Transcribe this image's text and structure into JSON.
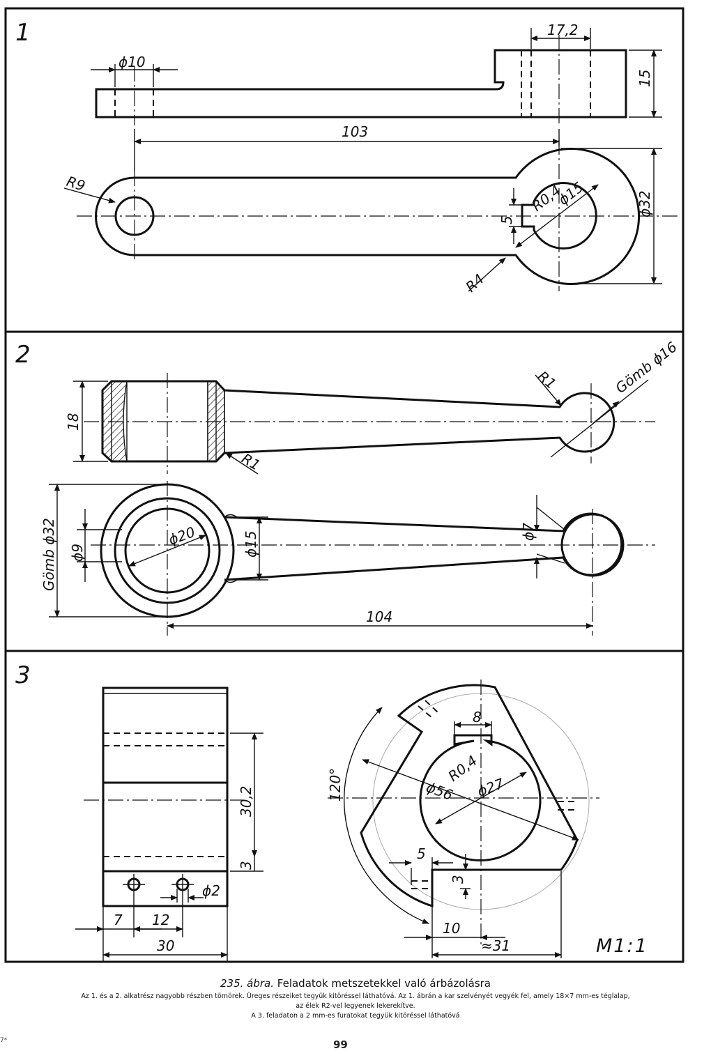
{
  "panels": [
    {
      "number": "1"
    },
    {
      "number": "2"
    },
    {
      "number": "3"
    }
  ],
  "dims": {
    "p1": {
      "d10": "ϕ10",
      "d17": "17,2",
      "d15": "15",
      "d103": "103",
      "r9": "R9",
      "r04": "R0,4",
      "d15c": "ϕ15",
      "d32": "ϕ32",
      "d5": "5",
      "r4": "R4"
    },
    "p2": {
      "gomb16": "Gömb ϕ16",
      "r1a": "R1",
      "d18": "18",
      "r1b": "R1",
      "gomb32": "Gömb ϕ32",
      "d9": "ϕ9",
      "d20": "ϕ20",
      "d15": "ϕ15",
      "d7": "ϕ7",
      "d104": "104"
    },
    "p3": {
      "d302": "30,2",
      "d3a": "3",
      "d2": "ϕ2",
      "d7": "7",
      "d12": "12",
      "d30": "30",
      "d8": "8",
      "r04": "R0,4",
      "d56": "ϕ56",
      "d27": "ϕ27",
      "a120": "120°",
      "d5": "5",
      "d3b": "3",
      "d10": "10",
      "d31": "≈31"
    }
  },
  "scale": "M1:1",
  "caption": {
    "fig_no": "235. ábra.",
    "title": "Feladatok metszetekkel való árbázolásra",
    "line1": "Az 1. és a 2. alkatrész nagyobb részben tömörek. Üreges részeiket tegyük kitöréssel láthatóvá. Az 1. ábrán a kar szelvényét vegyék fel, amely 18×7 mm-es téglalap,",
    "line2": "az élek R2-vel legyenek lekerekítve.",
    "line3": "A 3. feladaton a 2 mm-es furatokat tegyük kitöréssel láthatóvá"
  },
  "footer": {
    "corner": "7*",
    "page": "99"
  }
}
